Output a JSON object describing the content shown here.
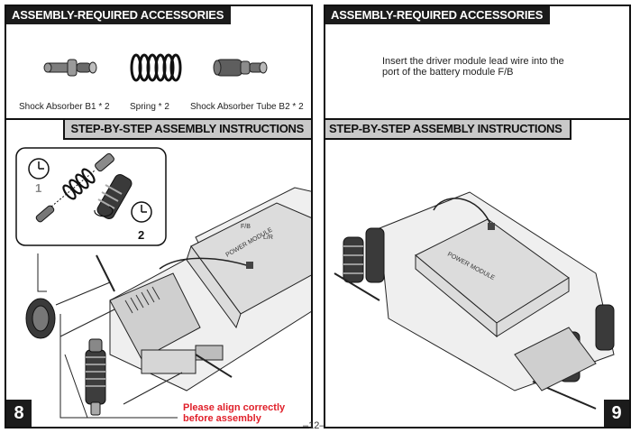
{
  "top_left": {
    "header": "ASSEMBLY-REQUIRED ACCESSORIES",
    "items": [
      {
        "label": "Shock Absorber B1 * 2",
        "icon": "shock-absorber-b1-icon"
      },
      {
        "label": "Spring * 2",
        "icon": "spring-icon"
      },
      {
        "label": "Shock Absorber Tube B2 * 2",
        "icon": "shock-absorber-tube-b2-icon"
      }
    ]
  },
  "top_right": {
    "header": "ASSEMBLY-REQUIRED ACCESSORIES",
    "instruction": "Insert the driver module lead wire into the port of the battery module F/B"
  },
  "step8": {
    "header": "STEP-BY-STEP ASSEMBLY INSTRUCTIONS",
    "number": "8",
    "inset_steps": [
      "1",
      "2"
    ],
    "align_note": "Please align correctly before assembly",
    "module_label": "POWER MODULE",
    "module_marks": [
      "F/B",
      "L/R"
    ]
  },
  "step9": {
    "header": "STEP-BY-STEP ASSEMBLY INSTRUCTIONS",
    "number": "9",
    "module_label": "POWER MODULE"
  },
  "page_number": "–12–",
  "colors": {
    "header_dark": "#1b1b1b",
    "header_light": "#c9c9c9",
    "alert": "#e0202a",
    "line": "#111111"
  }
}
